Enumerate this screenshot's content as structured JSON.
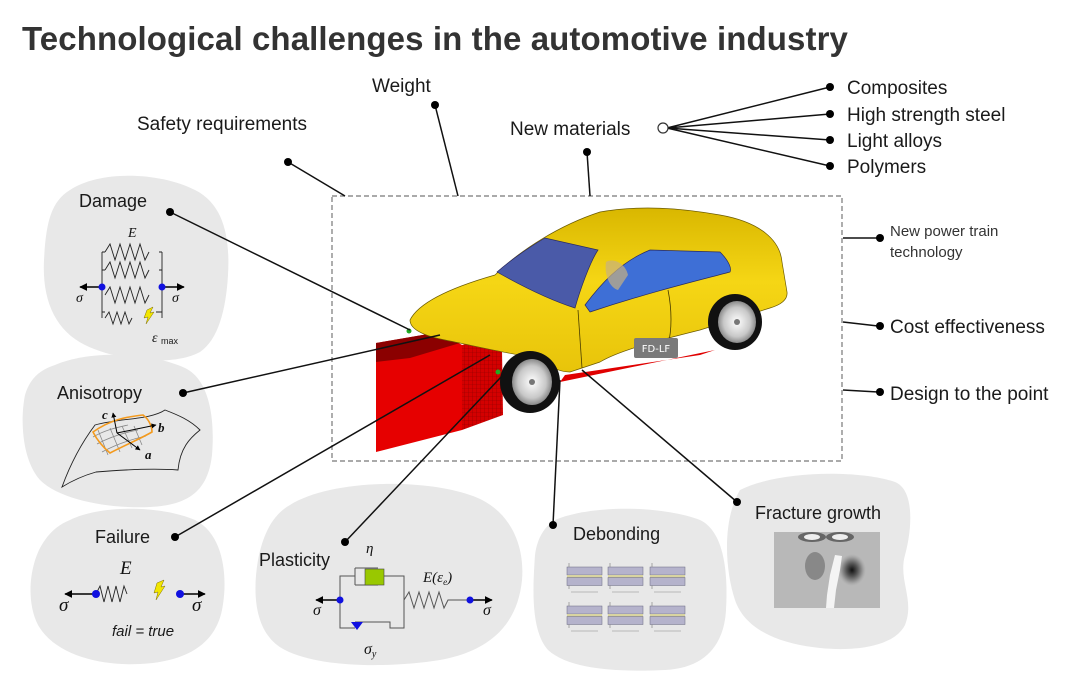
{
  "title": "Technological challenges in the automotive industry",
  "top_labels": {
    "weight": "Weight",
    "safety": "Safety requirements",
    "new_materials": "New materials"
  },
  "materials": [
    "Composites",
    "High strength steel",
    "Light alloys",
    "Polymers"
  ],
  "right_labels": {
    "power_train_line1": "New power train",
    "power_train_line2": "technology",
    "cost": "Cost effectiveness",
    "design": "Design to the point"
  },
  "bubbles": {
    "damage": {
      "title": "Damage",
      "E": "E",
      "sigma": "σ",
      "eps": "ε",
      "eps_sub": "max"
    },
    "anisotropy": {
      "title": "Anisotropy",
      "a": "a",
      "b": "b",
      "c": "c"
    },
    "failure": {
      "title": "Failure",
      "E": "E",
      "sigma": "σ",
      "fail_text": "fail = true"
    },
    "plasticity": {
      "title": "Plasticity",
      "eta": "η",
      "E": "E(",
      "eps": "ε",
      "eps_sub": "e",
      "close": ")",
      "sigma": "σ",
      "sigma_y_sub": "y"
    },
    "debonding": {
      "title": "Debonding"
    },
    "fracture": {
      "title": "Fracture growth"
    }
  },
  "car": {
    "badge": "FD-LF"
  },
  "colors": {
    "bubble": "#e8e8e8",
    "car_body": "#f2d21a",
    "barrier": "#e60000",
    "node": "#1010e0",
    "spark": "#f2e600",
    "grid_orange": "#f39a1e",
    "damper": "#99c800"
  }
}
